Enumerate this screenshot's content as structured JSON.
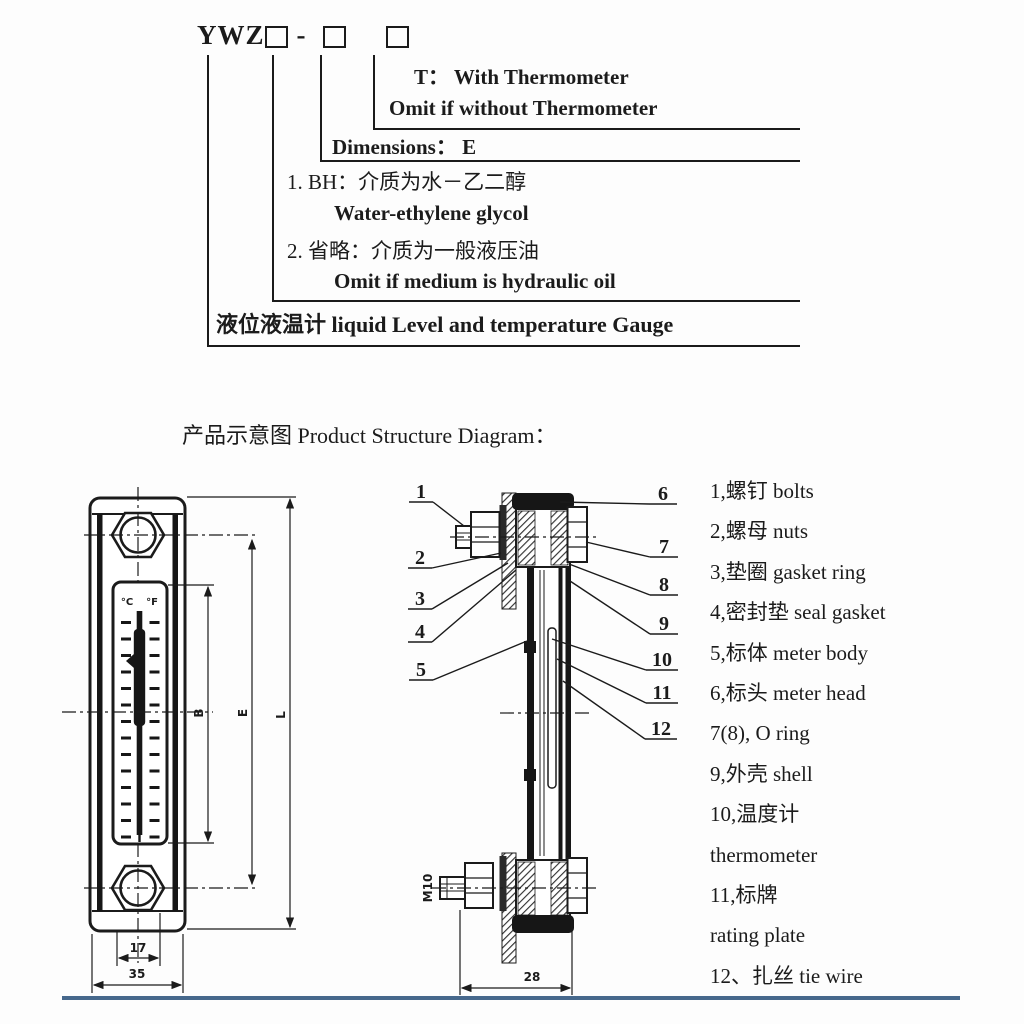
{
  "page": {
    "background": "#fdfdfd",
    "accent_blue": "#46688c",
    "ink": "#1b1b1b"
  },
  "model_code": {
    "prefix": "YWZ",
    "separator": "-"
  },
  "code_tree": {
    "with_thermo": "T：  With Thermometer",
    "without_thermo": "Omit if without Thermometer",
    "dimensions": "Dimensions： E",
    "medium_bh_cn": "1.  BH：介质为水－乙二醇",
    "medium_bh_en": "Water-ethylene glycol",
    "medium_omit_cn": "2.  省略：介质为一般液压油",
    "medium_omit_en": "Omit if medium is hydraulic oil",
    "product_name": "液位液温计  liquid Level and temperature Gauge"
  },
  "section_title": "产品示意图 Product Structure Diagram：",
  "left_diagram": {
    "scale_c": "°C",
    "scale_f": "°F",
    "dim_b": "B",
    "dim_e": "E",
    "dim_l": "L",
    "dim_inner_width": "17",
    "dim_outer_width": "35"
  },
  "middle_diagram": {
    "thread_label": "M10",
    "dim_mount_width": "28",
    "callouts": [
      "1",
      "2",
      "3",
      "4",
      "5",
      "6",
      "7",
      "8",
      "9",
      "10",
      "11",
      "12"
    ]
  },
  "parts_list": {
    "items": [
      "1,螺钉  bolts",
      "2,螺母  nuts",
      "3,垫圈  gasket ring",
      "4,密封垫 seal gasket",
      "5,标体 meter body",
      "6,标头 meter head",
      "7(8), O ring",
      "9,外壳  shell",
      "10,温度计",
      "thermometer",
      "11,标牌",
      "rating plate",
      "12、扎丝  tie wire"
    ]
  }
}
